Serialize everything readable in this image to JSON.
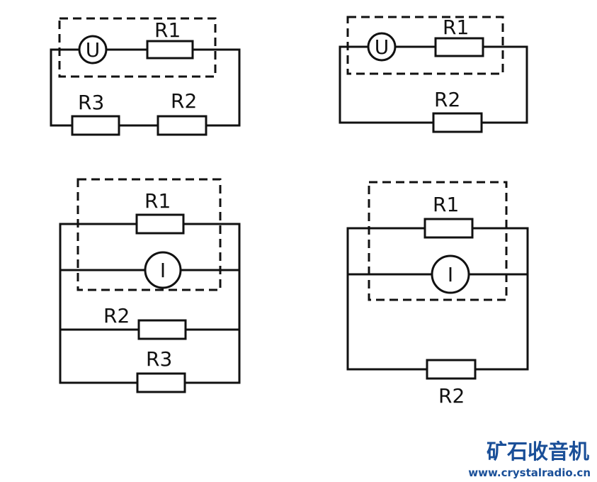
{
  "circuits": [
    {
      "labels": {
        "r1": "R1",
        "r2": "R2",
        "r3": "R3"
      },
      "meter": "U"
    },
    {
      "labels": {
        "r1": "R1",
        "r2": "R2"
      },
      "meter": "U"
    },
    {
      "labels": {
        "r1": "R1",
        "r2": "R2",
        "r3": "R3"
      },
      "meter": "I"
    },
    {
      "labels": {
        "r1": "R1",
        "r2": "R2"
      },
      "meter": "I"
    }
  ],
  "watermark": {
    "title": "矿石收音机",
    "url": "www.crystalradio.cn",
    "color": "#1a4f98"
  }
}
